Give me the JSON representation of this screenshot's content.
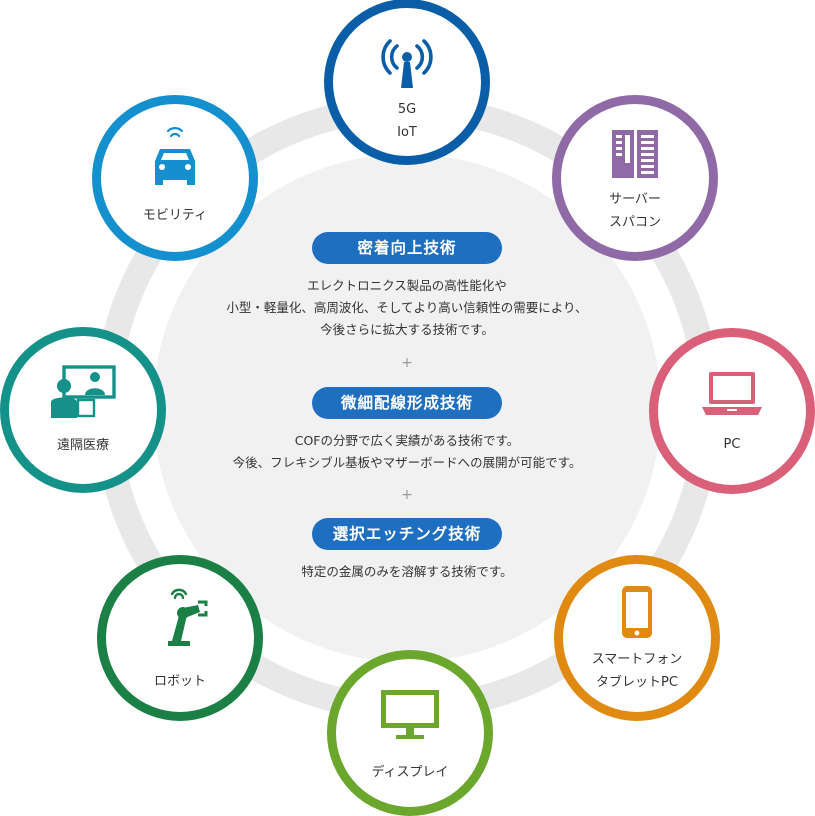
{
  "colors": {
    "ring": "#e8e8e8",
    "inner_disc": "#f1f1f1",
    "pill": "#1f6fc0",
    "plus": "#999999"
  },
  "center": {
    "sections": [
      {
        "title": "密着向上技術",
        "lines": [
          "エレクトロニクス製品の高性能化や",
          "小型・軽量化、高周波化、そしてより高い信頼性の需要により、",
          "今後さらに拡大する技術です。"
        ]
      },
      {
        "title": "微細配線形成技術",
        "lines": [
          "COFの分野で広く実績がある技術です。",
          "今後、フレキシブル基板やマザーボードへの展開が可能です。"
        ]
      },
      {
        "title": "選択エッチング技術",
        "lines": [
          "特定の金属のみを溶解する技術です。"
        ]
      }
    ],
    "separators": [
      "+",
      "+"
    ]
  },
  "nodes": [
    {
      "key": "5g-iot",
      "lines": [
        "5G",
        "IoT"
      ],
      "color": "#0a5ea8",
      "icon": "antenna-icon"
    },
    {
      "key": "supercomputer",
      "lines": [
        "サーバー",
        "スパコン"
      ],
      "color": "#8f6aa6",
      "icon": "server-rack-icon"
    },
    {
      "key": "pc",
      "lines": [
        "PC"
      ],
      "color": "#d96078",
      "icon": "laptop-icon"
    },
    {
      "key": "smartphone",
      "lines": [
        "スマートフォン",
        "タブレットPC"
      ],
      "color": "#e08a12",
      "icon": "smartphone-icon"
    },
    {
      "key": "display",
      "lines": [
        "ディスプレイ"
      ],
      "color": "#6aa72c",
      "icon": "monitor-icon"
    },
    {
      "key": "robot",
      "lines": [
        "ロボット"
      ],
      "color": "#1a8045",
      "icon": "robot-arm-icon"
    },
    {
      "key": "telemedicine",
      "lines": [
        "遠隔医療"
      ],
      "color": "#14928a",
      "icon": "video-consultation-icon"
    },
    {
      "key": "mobility",
      "lines": [
        "モビリティ"
      ],
      "color": "#1590cf",
      "icon": "connected-car-icon"
    }
  ]
}
